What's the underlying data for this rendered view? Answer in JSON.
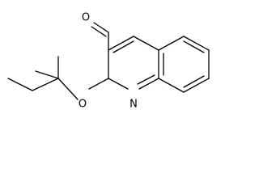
{
  "structure": {
    "atoms": {
      "oxygen_aldehyde": "O",
      "oxygen_ether": "O",
      "nitrogen_ring": "N"
    },
    "colors": {
      "bond": "#000000",
      "label": "#000000",
      "background": "#ffffff"
    }
  }
}
